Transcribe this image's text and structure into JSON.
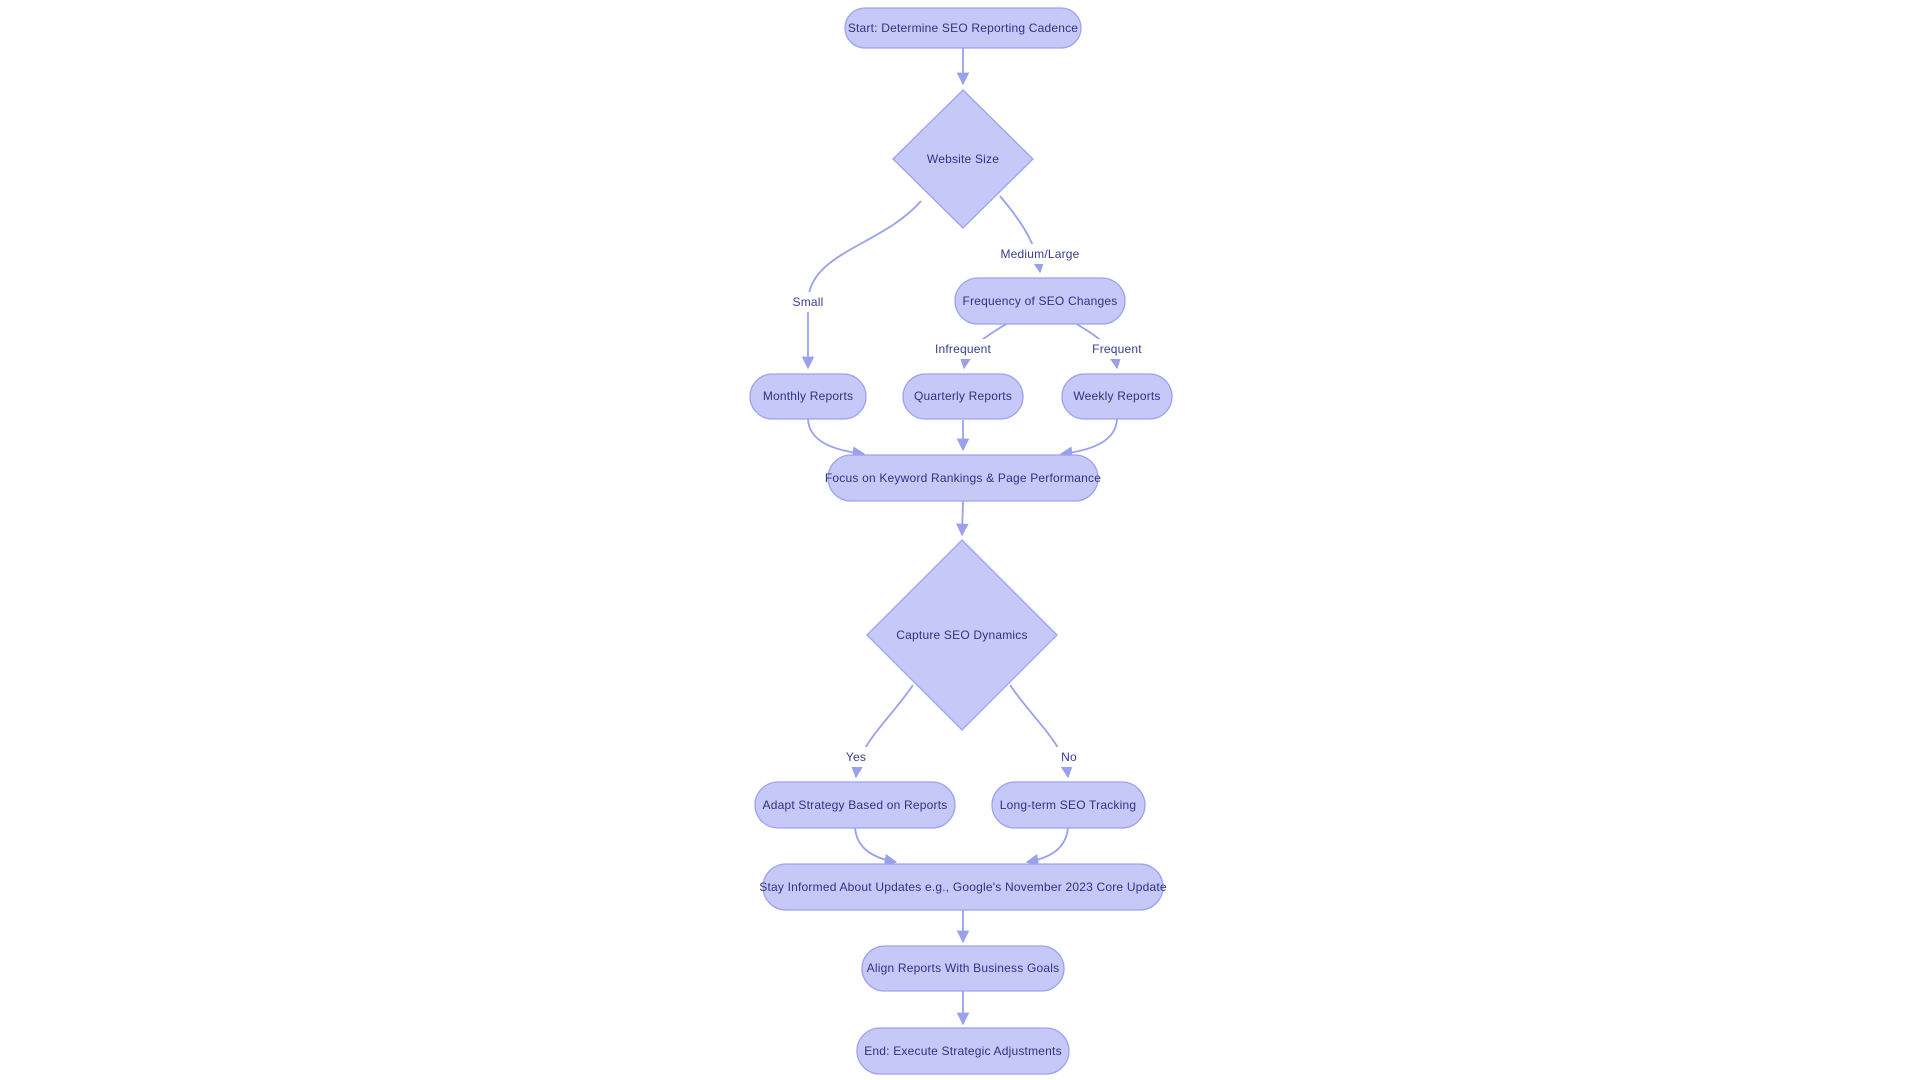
{
  "theme": {
    "colors": {
      "canvas_bg": "#ffffff",
      "node_fill": "#c6c8f7",
      "node_border": "#9da2f0",
      "edge": "#9aa0ec",
      "node_text": "#2e3383",
      "edge_label_text": "#353c8e"
    }
  },
  "diagram": {
    "type": "flowchart",
    "direction": "top-down",
    "nodes": {
      "start": {
        "label": "Start: Determine SEO Reporting Cadence",
        "shape": "pill"
      },
      "website_size": {
        "label": "Website Size",
        "shape": "decision-diamond"
      },
      "frequency": {
        "label": "Frequency of SEO Changes",
        "shape": "pill"
      },
      "monthly": {
        "label": "Monthly Reports",
        "shape": "pill"
      },
      "quarterly": {
        "label": "Quarterly Reports",
        "shape": "pill"
      },
      "weekly": {
        "label": "Weekly Reports",
        "shape": "pill"
      },
      "focus": {
        "label": "Focus on Keyword Rankings & Page Performance",
        "shape": "pill"
      },
      "capture": {
        "label": "Capture SEO Dynamics",
        "shape": "decision-diamond"
      },
      "adapt": {
        "label": "Adapt Strategy Based on Reports",
        "shape": "pill"
      },
      "longterm": {
        "label": "Long-term SEO Tracking",
        "shape": "pill"
      },
      "stay_informed": {
        "label": "Stay Informed About Updates e.g., Google's November 2023 Core Update",
        "shape": "pill"
      },
      "align": {
        "label": "Align Reports With Business Goals",
        "shape": "pill"
      },
      "end": {
        "label": "End: Execute Strategic Adjustments",
        "shape": "pill"
      }
    },
    "edges": {
      "start_to_website_size": {
        "from": "start",
        "to": "website_size",
        "label": ""
      },
      "website_size_to_monthly": {
        "from": "website_size",
        "to": "monthly",
        "label": "Small"
      },
      "website_size_to_frequency": {
        "from": "website_size",
        "to": "frequency",
        "label": "Medium/Large"
      },
      "frequency_to_quarterly": {
        "from": "frequency",
        "to": "quarterly",
        "label": "Infrequent"
      },
      "frequency_to_weekly": {
        "from": "frequency",
        "to": "weekly",
        "label": "Frequent"
      },
      "monthly_to_focus": {
        "from": "monthly",
        "to": "focus",
        "label": ""
      },
      "quarterly_to_focus": {
        "from": "quarterly",
        "to": "focus",
        "label": ""
      },
      "weekly_to_focus": {
        "from": "weekly",
        "to": "focus",
        "label": ""
      },
      "focus_to_capture": {
        "from": "focus",
        "to": "capture",
        "label": ""
      },
      "capture_to_adapt": {
        "from": "capture",
        "to": "adapt",
        "label": "Yes"
      },
      "capture_to_longterm": {
        "from": "capture",
        "to": "longterm",
        "label": "No"
      },
      "adapt_to_stay_informed": {
        "from": "adapt",
        "to": "stay_informed",
        "label": ""
      },
      "longterm_to_stay_informed": {
        "from": "longterm",
        "to": "stay_informed",
        "label": ""
      },
      "stay_informed_to_align": {
        "from": "stay_informed",
        "to": "align",
        "label": ""
      },
      "align_to_end": {
        "from": "align",
        "to": "end",
        "label": ""
      }
    }
  }
}
